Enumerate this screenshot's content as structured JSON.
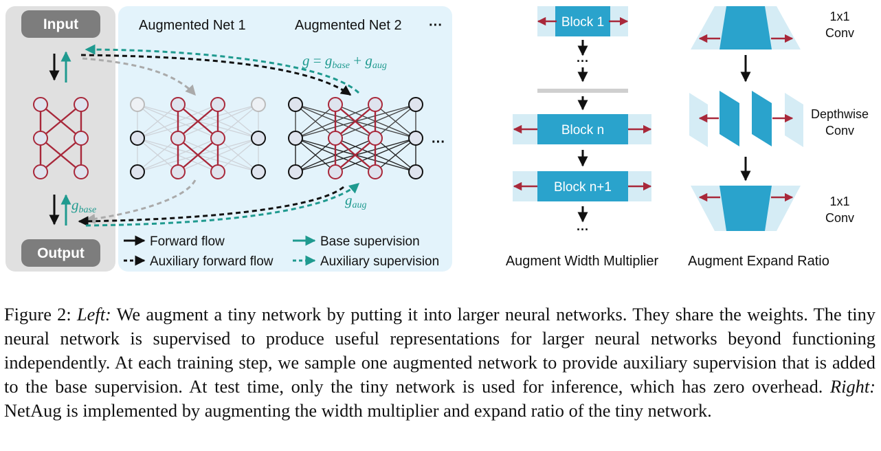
{
  "left": {
    "input_label": "Input",
    "output_label": "Output",
    "net1_label": "Augmented Net 1",
    "net2_label": "Augmented Net 2",
    "net_ellipsis": "···",
    "net_row_ellipsis": "···",
    "gradient_sum": {
      "g": "g",
      "eq": " = ",
      "base": "g",
      "base_sub": "base",
      "plus": " + ",
      "aug": "g",
      "aug_sub": "aug"
    },
    "g_base": {
      "g": "g",
      "sub": "base"
    },
    "g_aug": {
      "g": "g",
      "sub": "aug"
    },
    "legend": {
      "forward": "Forward flow",
      "aux_forward": "Auxiliary forward flow",
      "base_sup": "Base supervision",
      "aux_sup": "Auxiliary supervision"
    }
  },
  "width": {
    "blocks": [
      "Block 1",
      "Block n",
      "Block n+1"
    ],
    "ellipsis": "···",
    "title": "Augment Width Multiplier"
  },
  "expand": {
    "labels": [
      "1x1",
      "Conv",
      "Depthwise",
      "Conv",
      "1x1",
      "Conv"
    ],
    "title": "Augment Expand Ratio"
  },
  "caption": {
    "prefix": "Figure 2: ",
    "left_word": "Left:",
    "left_text": " We augment a tiny network by putting it into larger neural networks. They share the weights. The tiny neural network is supervised to produce useful representations for larger neural networks beyond functioning independently. At each training step, we sample one augmented network to provide auxiliary supervision that is added to the base supervision. At test time, only the tiny network is used for inference, which has zero overhead. ",
    "right_word": "Right:",
    "right_text": " NetAug is implemented by augmenting the width multiplier and expand ratio of the tiny network."
  },
  "colors": {
    "red": "#a8283a",
    "teal": "#1f9a8f",
    "block_blue": "#2aa3cc",
    "light_blue": "#d5ecf5",
    "panel_blue": "#e3f3fb",
    "panel_gray": "#e0e0e0",
    "pill_gray": "#7d7d7d",
    "node_fill": "#dfe4ee"
  }
}
